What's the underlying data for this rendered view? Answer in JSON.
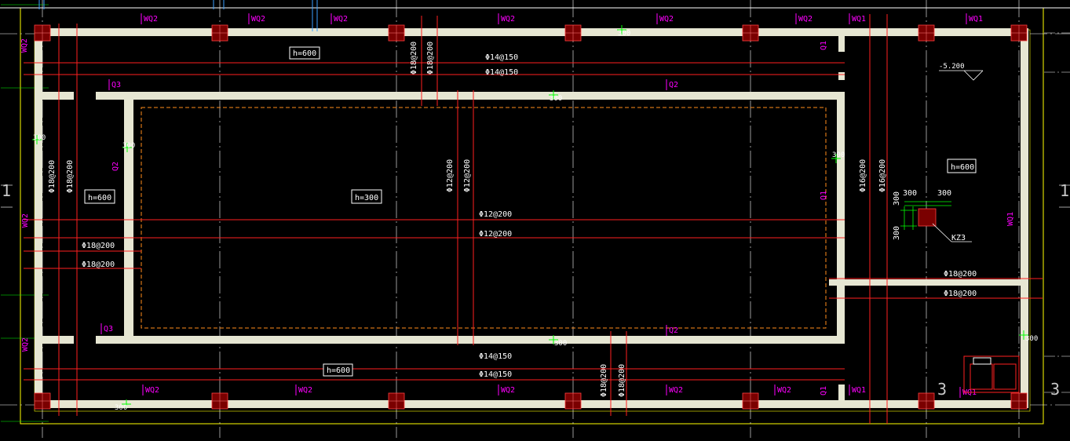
{
  "colors": {
    "background": "#000000",
    "wall": "#e6e6d2",
    "column": "#7a0000",
    "rebar": "#ff2020",
    "wall_tag": "#ff00ff",
    "dimension": "#00ff00",
    "frame": "#ffff00",
    "grid": "#ffffff"
  },
  "wall_tags": {
    "wq2": "WQ2",
    "wq1": "WQ1",
    "q1": "Q1",
    "q2": "Q2",
    "q3": "Q3"
  },
  "thickness": {
    "h600": "h=600",
    "h300": "h=300"
  },
  "rebar": {
    "d14_150": "Φ14@150",
    "d18_200": "Φ18@200",
    "d12_200": "Φ12@200",
    "d16_200": "Φ16@200"
  },
  "dims": {
    "d300": "300"
  },
  "column": {
    "tag": "KZ3"
  },
  "elevation": {
    "level": "-5.200"
  },
  "grid": {
    "axis_1": "1",
    "axis_3": "3"
  }
}
